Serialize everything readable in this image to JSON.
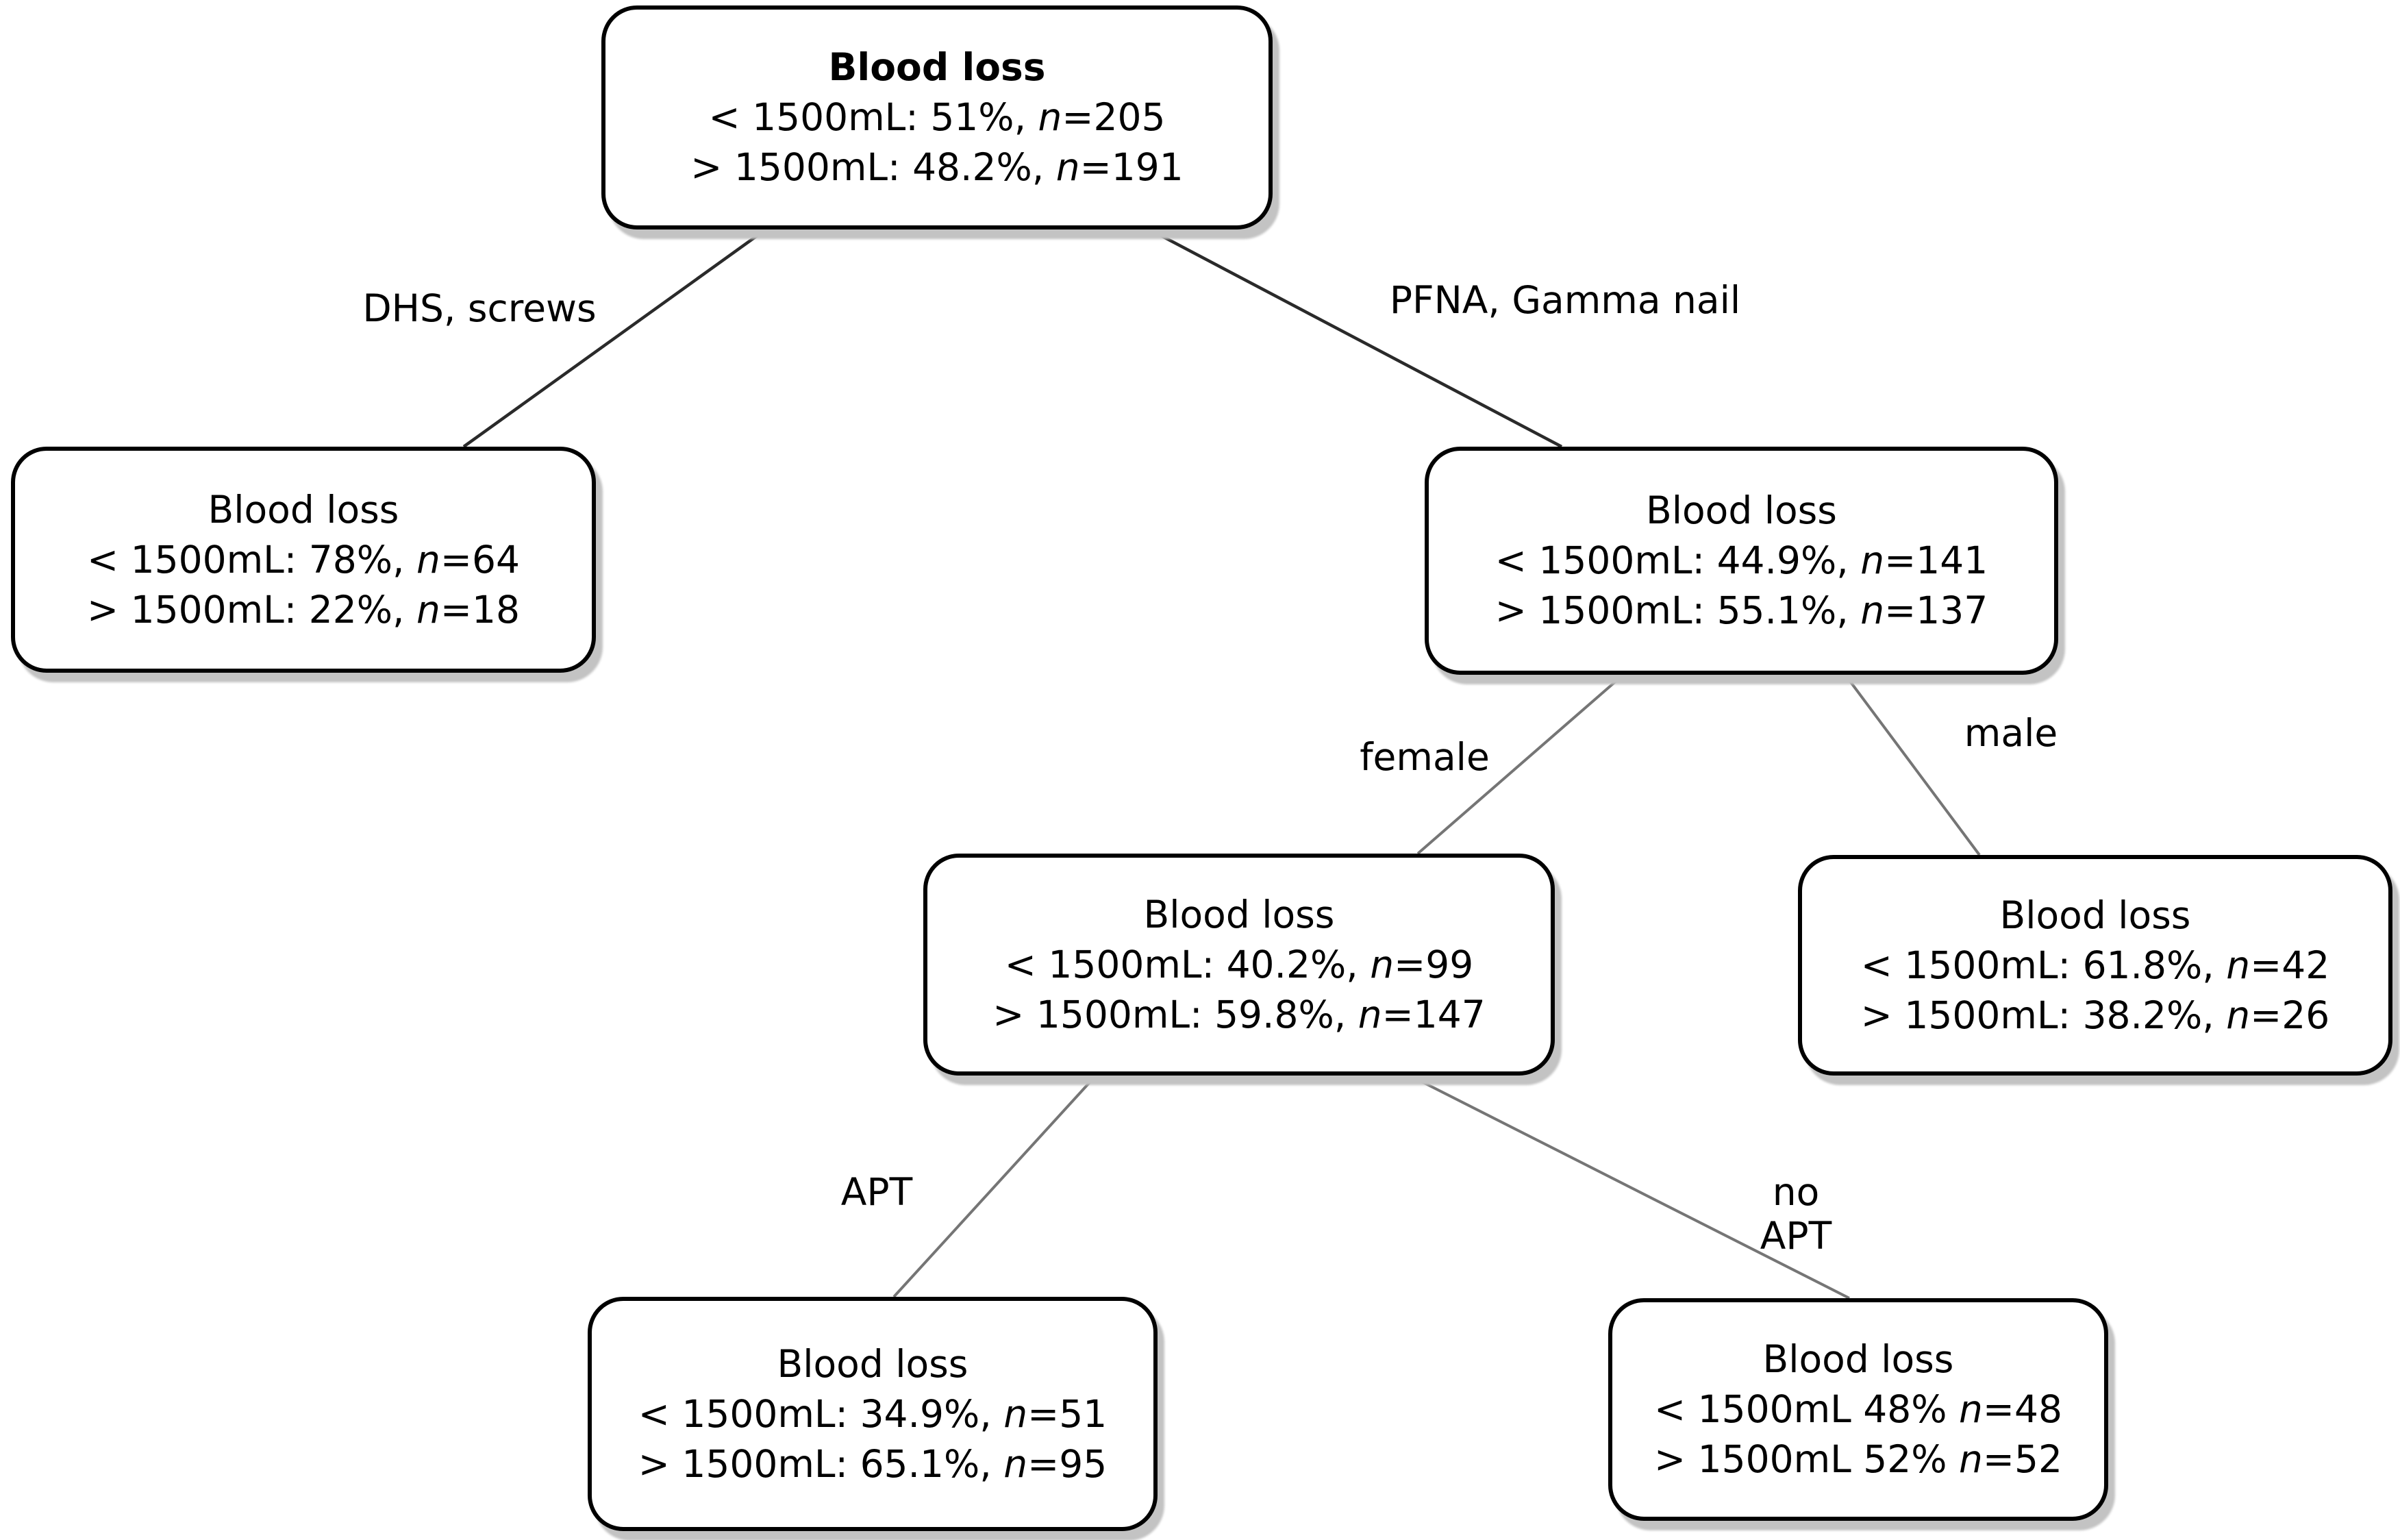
{
  "figure": {
    "type": "decision-tree",
    "colors": {
      "node_border": "#000000",
      "node_fill": "#ffffff",
      "shadow": "#c3c3c3",
      "edge_upper": "#2a2a2a",
      "edge_lower": "#757575",
      "text": "#000000"
    },
    "nodes": {
      "root": {
        "title": "Blood loss",
        "line1": {
          "pre": "< 1500mL: 51%, ",
          "var": "n",
          "val": "=205"
        },
        "line2": {
          "pre": "> 1500mL: 48.2%, ",
          "var": "n",
          "val": "=191"
        }
      },
      "dhs": {
        "title": "Blood loss",
        "line1": {
          "pre": "< 1500mL: 78%, ",
          "var": "n",
          "val": "=64"
        },
        "line2": {
          "pre": "> 1500mL: 22%, ",
          "var": "n",
          "val": "=18"
        }
      },
      "pfna": {
        "title": "Blood loss",
        "line1": {
          "pre": "< 1500mL: 44.9%, ",
          "var": "n",
          "val": "=141"
        },
        "line2": {
          "pre": "> 1500mL: 55.1%, ",
          "var": "n",
          "val": "=137"
        }
      },
      "female": {
        "title": "Blood loss",
        "line1": {
          "pre": "< 1500mL: 40.2%, ",
          "var": "n",
          "val": "=99"
        },
        "line2": {
          "pre": "> 1500mL: 59.8%, ",
          "var": "n",
          "val": "=147"
        }
      },
      "male": {
        "title": "Blood loss",
        "line1": {
          "pre": "< 1500mL: 61.8%, ",
          "var": "n",
          "val": "=42"
        },
        "line2": {
          "pre": "> 1500mL: 38.2%, ",
          "var": "n",
          "val": "=26"
        }
      },
      "apt": {
        "title": "Blood loss",
        "line1": {
          "pre": "< 1500mL: 34.9%, ",
          "var": "n",
          "val": "=51"
        },
        "line2": {
          "pre": "> 1500mL: 65.1%, ",
          "var": "n",
          "val": "=95"
        }
      },
      "no_apt": {
        "title": "Blood loss",
        "line1": {
          "pre": "< 1500mL 48% ",
          "var": "n",
          "val": "=48"
        },
        "line2": {
          "pre": "> 1500mL 52% ",
          "var": "n",
          "val": "=52"
        }
      }
    },
    "edge_labels": {
      "dhs": "DHS, screws",
      "pfna": "PFNA, Gamma nail",
      "female": "female",
      "male": "male",
      "apt": "APT",
      "no_apt_line1": "no",
      "no_apt_line2": "APT"
    }
  }
}
